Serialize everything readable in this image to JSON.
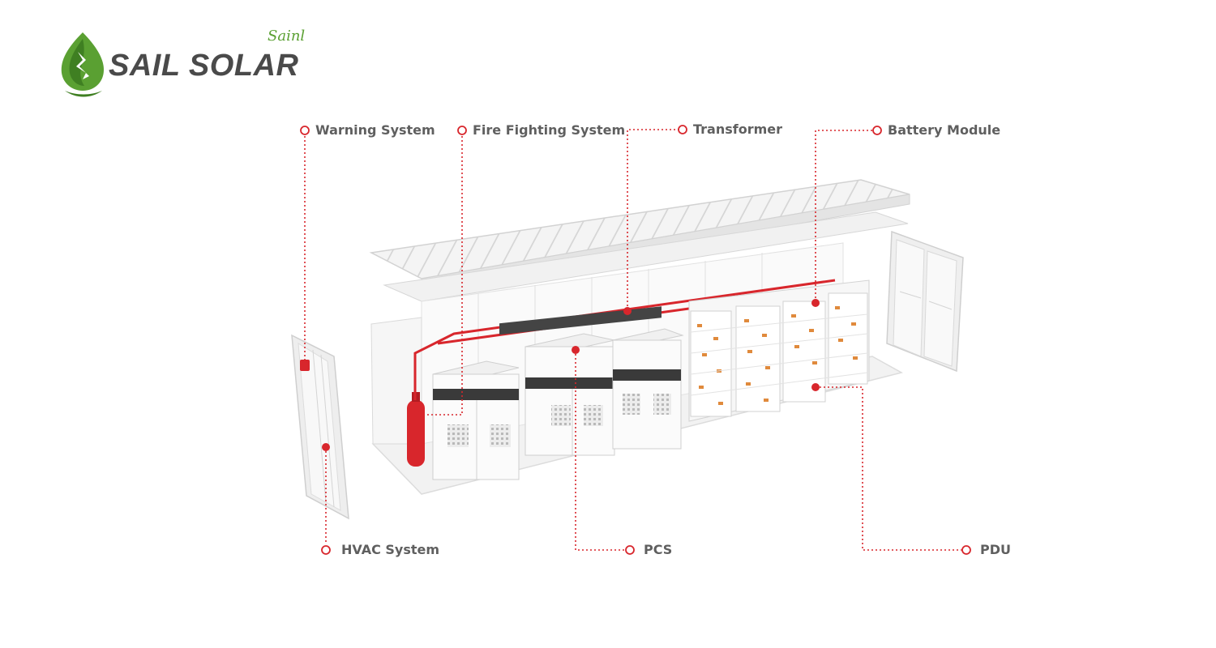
{
  "brand": {
    "name": "SAIL SOLAR",
    "script": "Sainl",
    "colors": {
      "leaf": "#5aa032",
      "text": "#4a4a4a"
    }
  },
  "callouts": {
    "warning": "Warning System",
    "fire": "Fire Fighting System",
    "transformer": "Transformer",
    "battery": "Battery Module",
    "hvac": "HVAC System",
    "pcs": "PCS",
    "pdu": "PDU"
  },
  "colors": {
    "leader": "#d8262c",
    "label": "#5f5f5f"
  }
}
